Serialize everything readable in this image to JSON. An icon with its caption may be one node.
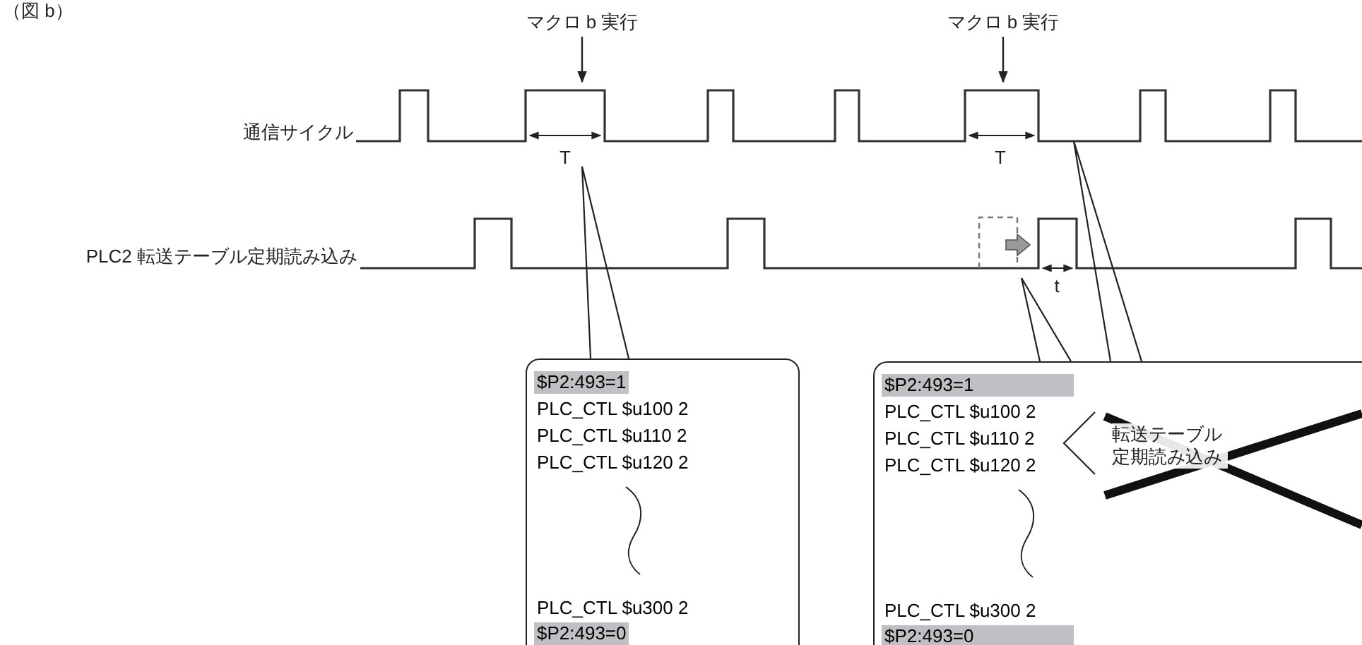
{
  "diagram": {
    "title": "（図 b）",
    "nodes": [
      {
        "text": [
          "$P2:493=1",
          "PLC_CTL $u100 2",
          "PLC_CTL $u110 2",
          "PLC_CTL $u120 2",
          "PLC_CTL $u300 2",
          "$P2:493=0"
        ]
      },
      {
        "text": [
          "$P2:493=1",
          "PLC_CTL $u100 2",
          "PLC_CTL $u110 2",
          "PLC_CTL $u120 2",
          "PLC_CTL $u300 2",
          "$P2:493=0"
        ]
      },
      {
        "text": [
          "転送テーブル定期読み込み"
        ],
        "in": 1
      }
    ],
    "labels": [
      "マクロ b 実行",
      "マクロ b 実行",
      "通信サイクル",
      "T",
      "T",
      "PLC2 転送テーブル定期読み込み",
      "t"
    ]
  }
}
